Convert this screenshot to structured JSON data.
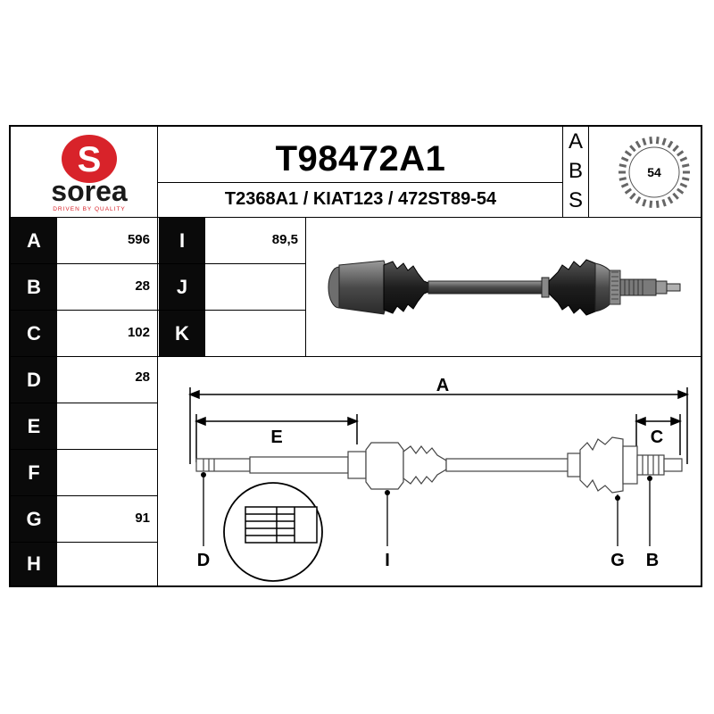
{
  "brand": {
    "logo_letter": "S",
    "name": "sorea",
    "tagline": "DRIVEN BY QUALITY",
    "color": "#d8232a"
  },
  "header": {
    "title": "T98472A1",
    "subtitle": "T2368A1 / KIAT123 / 472ST89-54"
  },
  "abs": {
    "letters": [
      "A",
      "B",
      "S"
    ],
    "teeth": "54"
  },
  "specs": [
    {
      "key": "A",
      "value": "596"
    },
    {
      "key": "B",
      "value": "28"
    },
    {
      "key": "C",
      "value": "102"
    },
    {
      "key": "D",
      "value": "28"
    },
    {
      "key": "E",
      "value": ""
    },
    {
      "key": "F",
      "value": ""
    },
    {
      "key": "G",
      "value": "91"
    },
    {
      "key": "H",
      "value": ""
    }
  ],
  "specs_right": [
    {
      "key": "I",
      "value": "89,5"
    },
    {
      "key": "J",
      "value": ""
    },
    {
      "key": "K",
      "value": ""
    }
  ],
  "diagram_labels": {
    "A": "A",
    "E": "E",
    "C": "C",
    "D": "D",
    "I": "I",
    "G": "G",
    "B": "B"
  },
  "colors": {
    "key_bg": "#0a0a0a",
    "line": "#000000",
    "shaft": "#6b6b6b"
  }
}
